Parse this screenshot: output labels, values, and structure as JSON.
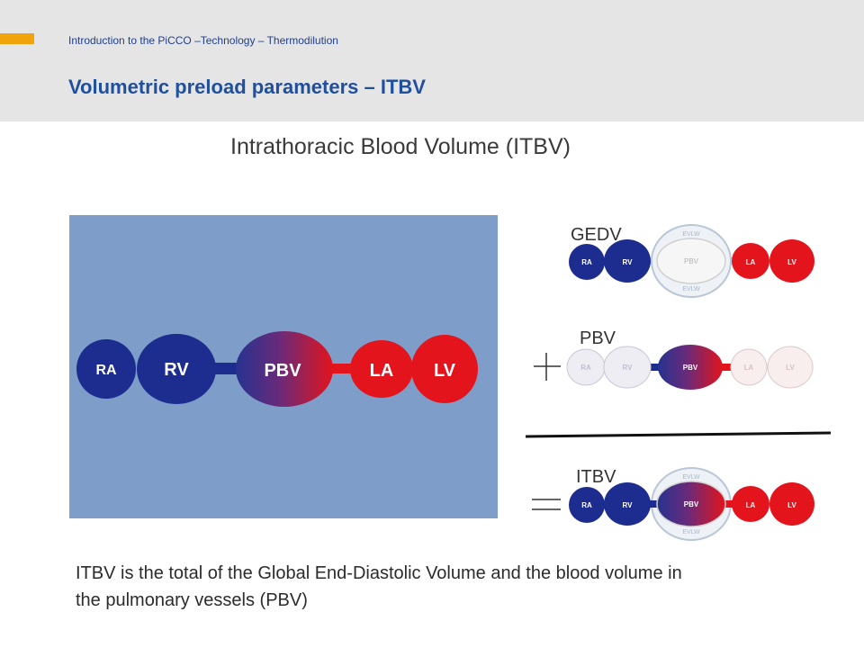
{
  "header": {
    "kicker": "Introduction to the PiCCO –Technology – Thermodilution",
    "title": "Volumetric preload parameters – ITBV"
  },
  "colors": {
    "header_bg": "#e5e5e5",
    "accent": "#f0a30a",
    "title_blue": "#1f4f9f",
    "kicker_blue": "#1f3f8f",
    "panel_bg": "#7f9dc9",
    "chamber_blue": "#1c2d8f",
    "chamber_red": "#e3141c"
  },
  "main_title": "Intrathoracic Blood Volume (ITBV)",
  "main_diagram": {
    "chambers": [
      "RA",
      "RV",
      "PBV",
      "LA",
      "LV"
    ]
  },
  "equation": {
    "gedv": {
      "label": "GEDV",
      "chambers": [
        "RA",
        "RV",
        "PBV",
        "LA",
        "LV"
      ],
      "ring_label": "EVLW"
    },
    "pbv": {
      "label": "PBV",
      "chambers": [
        "RA",
        "RV",
        "PBV",
        "LA",
        "LV"
      ]
    },
    "itbv": {
      "label": "ITBV",
      "chambers": [
        "RA",
        "RV",
        "PBV",
        "LA",
        "LV"
      ],
      "ring_label": "EVLW"
    },
    "operators": {
      "plus": "plus-sign-icon",
      "equals": "equals-sign-icon"
    }
  },
  "caption": {
    "lines": [
      "ITBV is the total of the Global End-Diastolic Volume and the blood volume in",
      "the pulmonary vessels (PBV)"
    ]
  }
}
